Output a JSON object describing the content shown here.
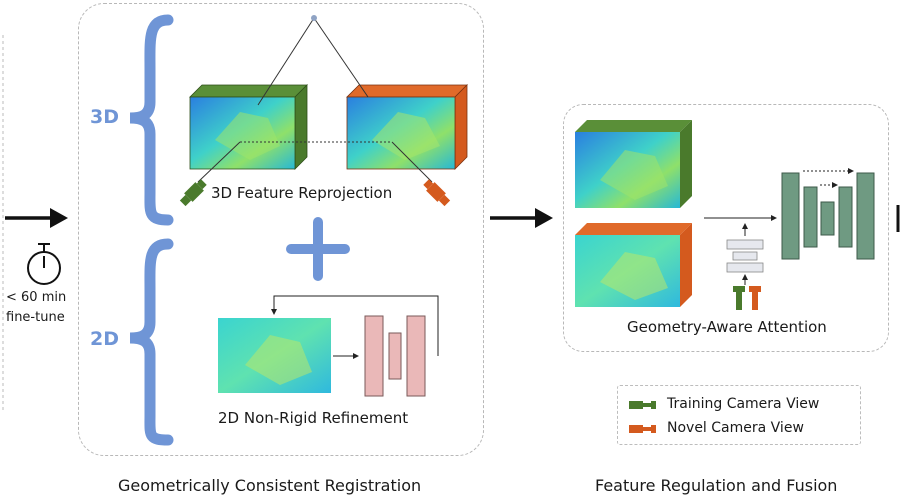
{
  "left_side": {
    "finetune_time": "< 60 min",
    "finetune_label": "fine-tune"
  },
  "registration": {
    "title": "Geometrically Consistent Registration",
    "branch_3d_label": "3D",
    "branch_2d_label": "2D",
    "reprojection_label": "3D Feature Reprojection",
    "refinement_label": "2D Non-Rigid Refinement",
    "combine_symbol": "+"
  },
  "fusion": {
    "title": "Feature Regulation and Fusion",
    "attention_label": "Geometry-Aware Attention"
  },
  "legend": {
    "training": "Training Camera View",
    "novel": "Novel Camera View"
  },
  "colors": {
    "training_camera": "#4a7a2c",
    "novel_camera": "#d45a1e",
    "brace": "#6f95d6",
    "refine_block": "#eab8b8",
    "unet_block": "#6f9a82",
    "feature_map": "#3fd1c9"
  }
}
